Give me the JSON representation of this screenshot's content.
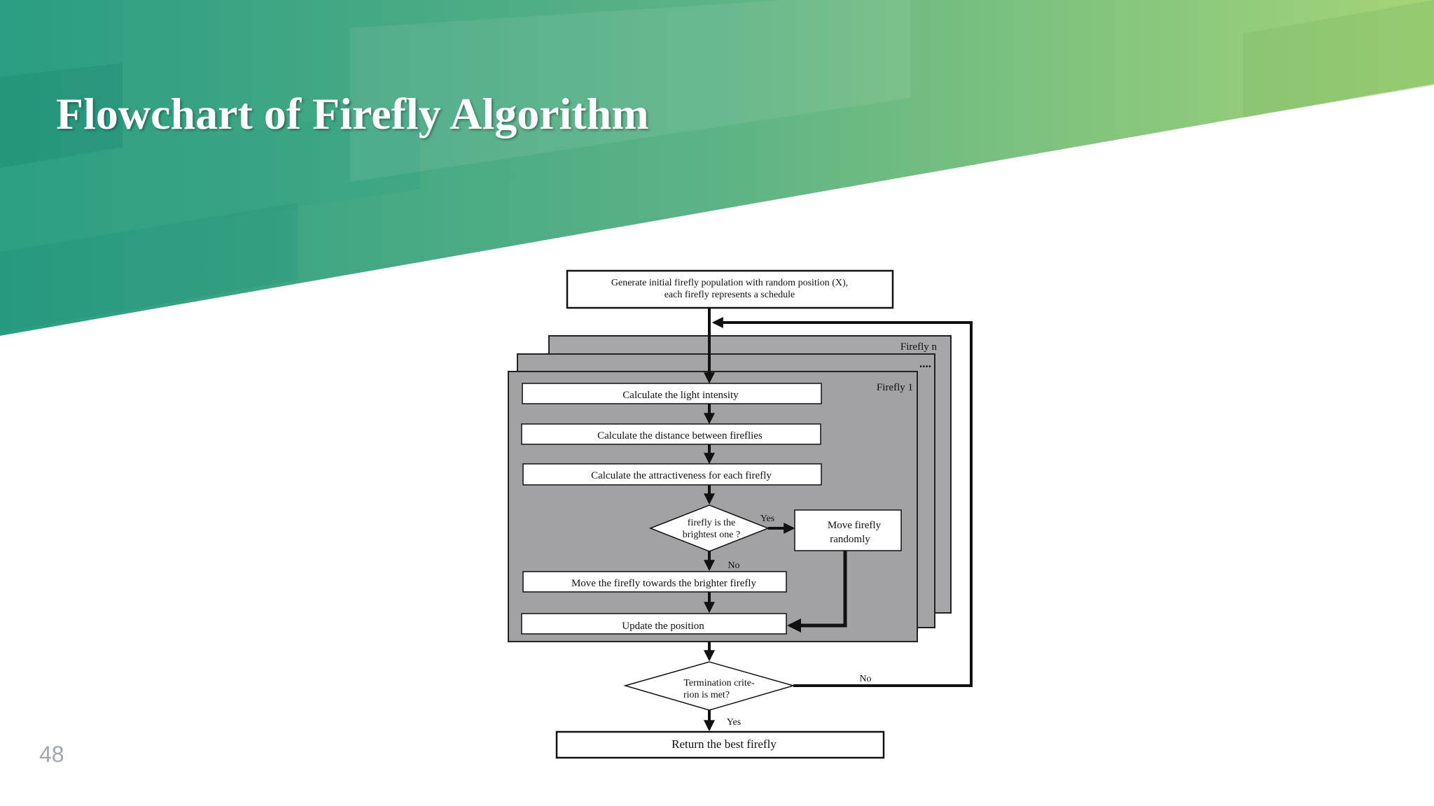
{
  "slide": {
    "title": "Flowchart of Firefly Algorithm",
    "page_number": "48",
    "colors": {
      "banner_start": "#2a9d82",
      "banner_end": "#a5d477",
      "panel": "#a7a7a9",
      "panel_dark": "#9a9a9d"
    }
  },
  "flowchart": {
    "init_line1": "Generate initial firefly population with random position (X),",
    "init_line2": "each firefly represents a schedule",
    "firefly_n": "Firefly n",
    "dots": "....",
    "firefly_1": "Firefly 1",
    "step_light": "Calculate the light intensity",
    "step_distance": "Calculate the distance between fireflies",
    "step_attract": "Calculate the attractiveness for each firefly",
    "decision_line1": "firefly is the",
    "decision_line2": "brightest one ?",
    "yes_label": "Yes",
    "no_label": "No",
    "random_line1": "Move firefly",
    "random_line2": "randomly",
    "step_move": "Move the firefly towards the brighter firefly",
    "step_update": "Update the position",
    "term_line1": "Termination crite-",
    "term_line2": "rion is met?",
    "term_no": "No",
    "term_yes": "Yes",
    "result": "Return the best firefly"
  }
}
